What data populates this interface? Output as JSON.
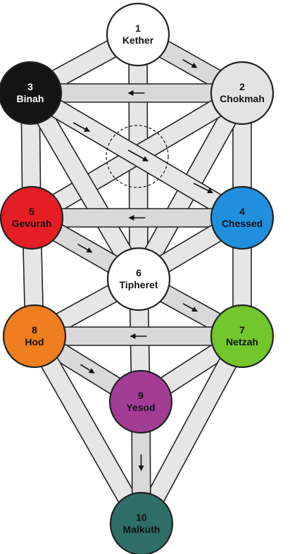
{
  "sephirot": [
    {
      "id": "kether",
      "number": "1",
      "name": "Kether",
      "fill": "#ffffff",
      "text": "#111111"
    },
    {
      "id": "chokmah",
      "number": "2",
      "name": "Chokmah",
      "fill": "#e3e3e3",
      "text": "#111111"
    },
    {
      "id": "binah",
      "number": "3",
      "name": "Binah",
      "fill": "#141414",
      "text": "#ffffff"
    },
    {
      "id": "chessed",
      "number": "4",
      "name": "Chessed",
      "fill": "#1f8fde",
      "text": "#111111"
    },
    {
      "id": "gevurah",
      "number": "5",
      "name": "Gevurah",
      "fill": "#e51d24",
      "text": "#111111"
    },
    {
      "id": "tipheret",
      "number": "6",
      "name": "Tipheret",
      "fill": "#ffffff",
      "text": "#111111"
    },
    {
      "id": "netzah",
      "number": "7",
      "name": "Netzah",
      "fill": "#73c62b",
      "text": "#111111"
    },
    {
      "id": "hod",
      "number": "8",
      "name": "Hod",
      "fill": "#ef7e1e",
      "text": "#111111"
    },
    {
      "id": "yesod",
      "number": "9",
      "name": "Yesod",
      "fill": "#a23c95",
      "text": "#111111"
    },
    {
      "id": "malkuth",
      "number": "10",
      "name": "Malkuth",
      "fill": "#2f6e67",
      "text": "#111111"
    }
  ],
  "paths": [
    {
      "from": "kether",
      "to": "chokmah",
      "flow": true
    },
    {
      "from": "kether",
      "to": "binah",
      "flow": false
    },
    {
      "from": "kether",
      "to": "tipheret",
      "flow": false
    },
    {
      "from": "chokmah",
      "to": "binah",
      "flow": true
    },
    {
      "from": "chokmah",
      "to": "chessed",
      "flow": false
    },
    {
      "from": "chokmah",
      "to": "tipheret",
      "flow": false
    },
    {
      "from": "chokmah",
      "to": "gevurah",
      "flow": false
    },
    {
      "from": "binah",
      "to": "gevurah",
      "flow": false
    },
    {
      "from": "binah",
      "to": "tipheret",
      "flow": false
    },
    {
      "from": "binah",
      "to": "chessed",
      "flow": false
    },
    {
      "from": "chessed",
      "to": "gevurah",
      "flow": true
    },
    {
      "from": "chessed",
      "to": "tipheret",
      "flow": false
    },
    {
      "from": "chessed",
      "to": "netzah",
      "flow": false
    },
    {
      "from": "gevurah",
      "to": "tipheret",
      "flow": true
    },
    {
      "from": "gevurah",
      "to": "hod",
      "flow": false
    },
    {
      "from": "tipheret",
      "to": "netzah",
      "flow": true
    },
    {
      "from": "tipheret",
      "to": "hod",
      "flow": false
    },
    {
      "from": "tipheret",
      "to": "yesod",
      "flow": false
    },
    {
      "from": "netzah",
      "to": "hod",
      "flow": true
    },
    {
      "from": "netzah",
      "to": "yesod",
      "flow": false
    },
    {
      "from": "netzah",
      "to": "malkuth",
      "flow": false
    },
    {
      "from": "hod",
      "to": "yesod",
      "flow": true
    },
    {
      "from": "hod",
      "to": "malkuth",
      "flow": false
    },
    {
      "from": "yesod",
      "to": "malkuth",
      "flow": true
    }
  ],
  "daath": {
    "style": "dashed"
  },
  "colors": {
    "outline": "#222222",
    "band": "#e6e6e6",
    "arrow": "#111111"
  }
}
